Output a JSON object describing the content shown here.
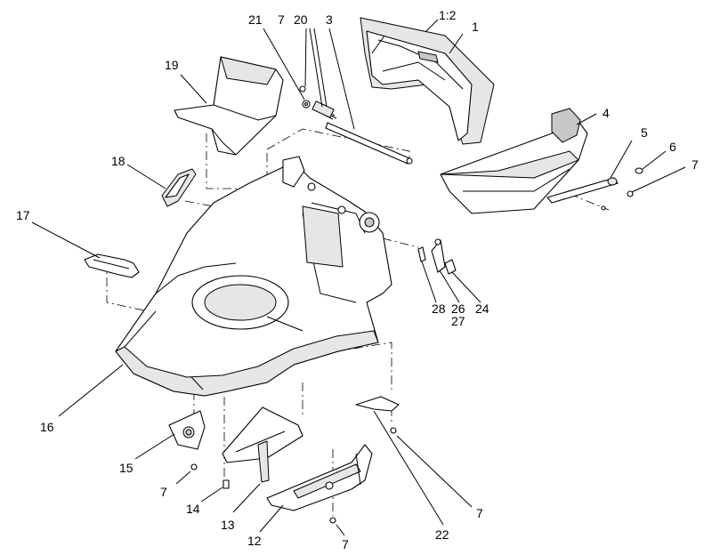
{
  "callouts": {
    "c1": "1",
    "c1_2": "1:2",
    "c3": "3",
    "c4": "4",
    "c5": "5",
    "c6": "6",
    "c7_top": "7",
    "c7_right": "7",
    "c7_left": "7",
    "c7_bottom_right": "7",
    "c7_bottom": "7",
    "c12": "12",
    "c13": "13",
    "c14": "14",
    "c15": "15",
    "c16": "16",
    "c17": "17",
    "c18": "18",
    "c19": "19",
    "c20": "20",
    "c21": "21",
    "c22": "22",
    "c24": "24",
    "c26": "26",
    "c27": "27",
    "c28": "28"
  }
}
